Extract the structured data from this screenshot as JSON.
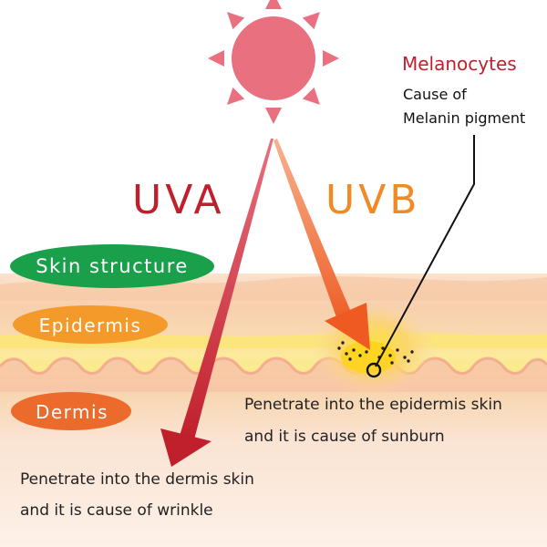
{
  "sun": {
    "color": "#e8707f"
  },
  "rays": {
    "uva": {
      "label": "UVA",
      "color": "#c0202c"
    },
    "uvb": {
      "label": "UVB",
      "color": "#f18a24"
    }
  },
  "melanocytes": {
    "title": "Melanocytes",
    "line1": "Cause of",
    "line2": "Melanin pigment",
    "title_color": "#c0202c"
  },
  "legend": {
    "skin_structure": {
      "label": "Skin structure",
      "color": "#1aa04b"
    },
    "epidermis": {
      "label": "Epidermis",
      "color": "#f39a2b"
    },
    "dermis": {
      "label": "Dermis",
      "color": "#ec6a2c"
    }
  },
  "notes": {
    "uvb_line1": "Penetrate into the epidermis skin",
    "uvb_line2": "and it is cause of sunburn",
    "uva_line1": "Penetrate into the dermis skin",
    "uva_line2": "and it is cause of wrinkle"
  },
  "skin_colors": {
    "base": "#fbe6d5",
    "stratum": "#f6c8a4",
    "band_yellow": "#fbe780",
    "wave": "#f3a98f"
  }
}
